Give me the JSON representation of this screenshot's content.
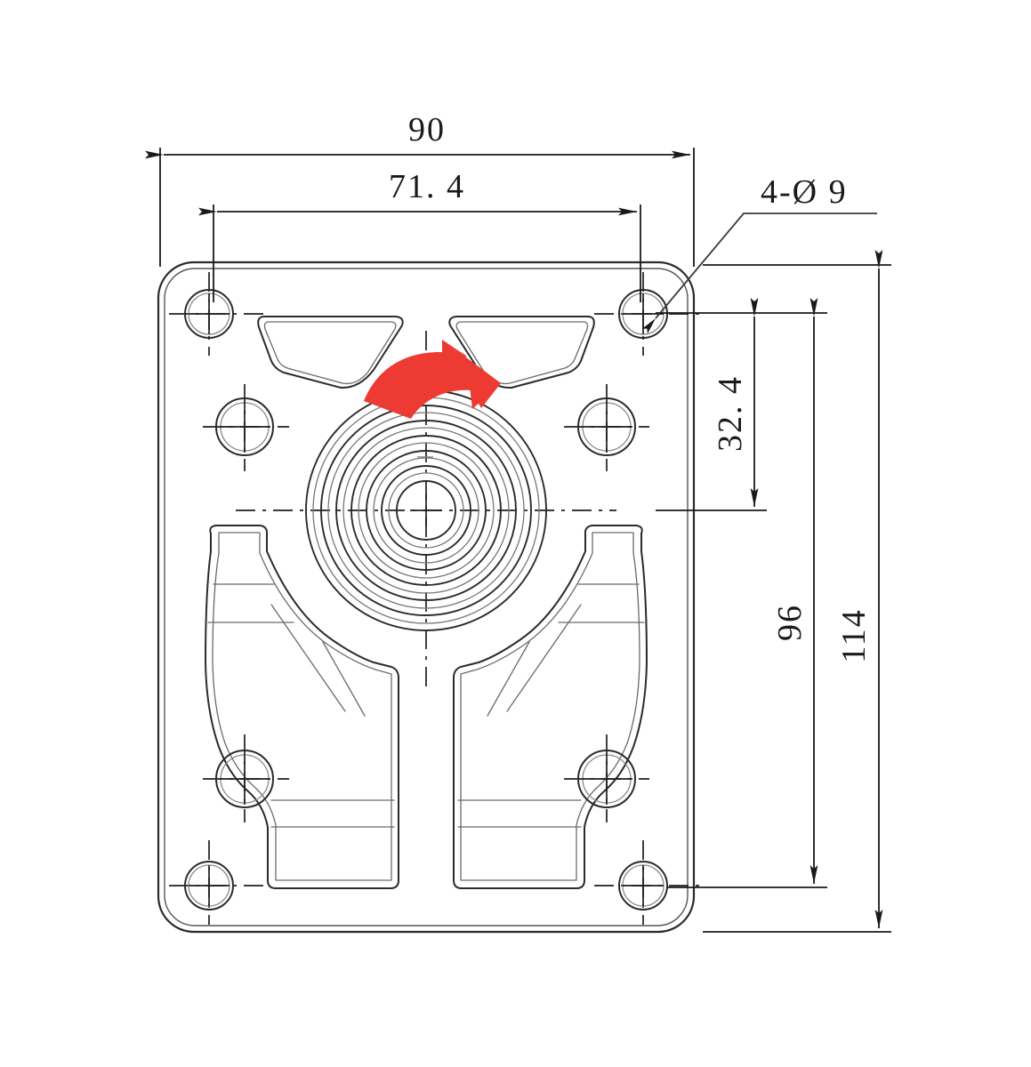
{
  "drawing": {
    "title": "Mounting plate front view — engineering dimension drawing",
    "units": "mm",
    "view": "front",
    "background_color": "#ffffff",
    "line_color": "#2b2b2b",
    "accent_color": "#ED3A33"
  },
  "dimensions": {
    "width_overall": {
      "label": "90",
      "orientation": "horizontal",
      "position": "top",
      "note": "overall plate width"
    },
    "hole_pitch_horizontal": {
      "label": "71. 4",
      "orientation": "horizontal",
      "position": "top",
      "note": "corner hole centre-to-centre horizontally"
    },
    "hub_offset_vertical": {
      "label": "32. 4",
      "orientation": "vertical",
      "position": "right",
      "note": "top hole row to hub centre"
    },
    "hole_pitch_vertical": {
      "label": "96",
      "orientation": "vertical",
      "position": "right",
      "note": "corner hole centre-to-centre vertically"
    },
    "height_overall": {
      "label": "114",
      "orientation": "vertical",
      "position": "right",
      "note": "overall plate height"
    }
  },
  "callouts": {
    "corner_holes": {
      "label": "4-Ø 9",
      "quantity": 4,
      "diameter": 9,
      "note": "four corner through holes, leader points to top-right hole"
    }
  },
  "annotations": {
    "rotation_arrow": {
      "name": "rotation-direction-arrow",
      "color": "#ED3A33",
      "direction": "clockwise",
      "note": "curved red arrow above the central hub indicating rotation"
    }
  },
  "features": {
    "plate": "rounded-rectangle mounting plate",
    "central_hub": "concentric stepped boss at plate centre",
    "upper_pockets": 2,
    "lower_pockets": 2,
    "mid_bosses": 2,
    "corner_holes": 4,
    "lower_holes": 2
  }
}
